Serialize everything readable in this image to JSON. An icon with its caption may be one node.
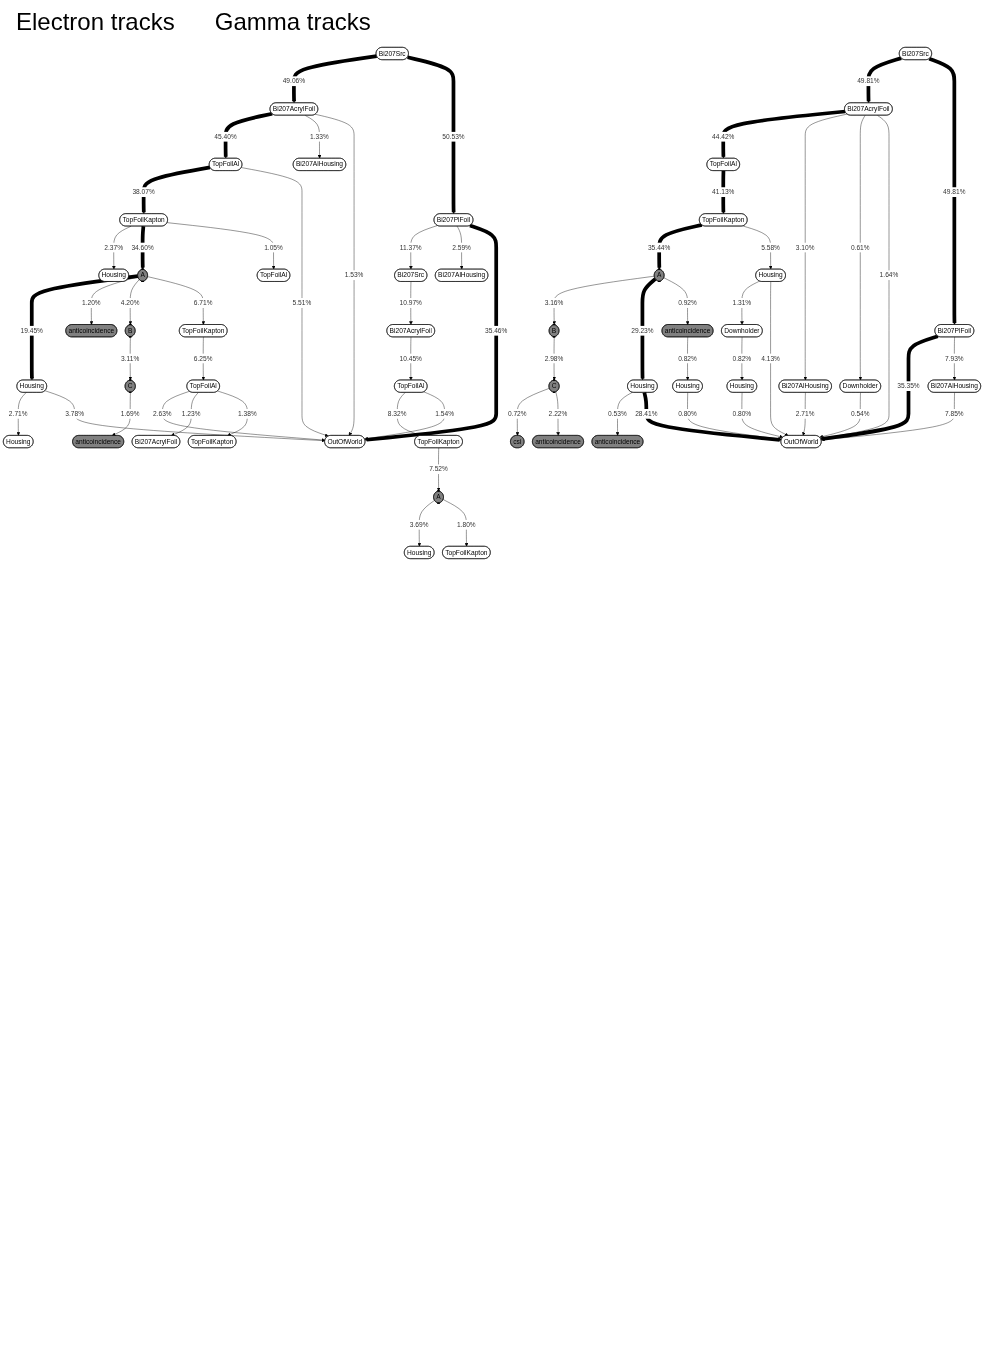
{
  "diagram": {
    "nodes": [
      {
        "text": [
          "Bi207Src"
        ]
      },
      {
        "text": [
          "Bi207AcrylFoil"
        ]
      },
      {
        "text": [
          "TopFoilAl"
        ]
      },
      {
        "text": [
          "Bi207AlHousing"
        ]
      },
      {
        "text": [
          "TopFoilKapton"
        ]
      },
      {
        "text": [
          "Bi207PlFoil"
        ]
      },
      {
        "text": [
          "Housing"
        ]
      },
      {
        "text": [
          "A"
        ]
      },
      {
        "text": [
          "TopFoilAl"
        ]
      },
      {
        "text": [
          "Bi207Src"
        ]
      },
      {
        "text": [
          "Bi207AlHousing"
        ]
      },
      {
        "text": [
          "Housing"
        ]
      },
      {
        "text": [
          "anticoincidence"
        ]
      },
      {
        "text": [
          "B"
        ]
      },
      {
        "text": [
          "TopFoilKapton"
        ]
      },
      {
        "text": [
          "Bi207AcrylFoil"
        ]
      },
      {
        "text": [
          "Housing"
        ]
      },
      {
        "text": [
          "C"
        ]
      },
      {
        "text": [
          "TopFoilAl"
        ]
      },
      {
        "text": [
          "TopFoilAl"
        ]
      },
      {
        "text": [
          "TopFoilKapton"
        ]
      },
      {
        "text": [
          "OutOfWorld"
        ]
      },
      {
        "text": [
          "anticoincidence"
        ]
      },
      {
        "text": [
          "Bi207AcrylFoil"
        ]
      },
      {
        "text": [
          "TopFoilKapton"
        ]
      },
      {
        "text": [
          "A"
        ]
      },
      {
        "text": [
          "Housing"
        ]
      },
      {
        "text": [
          "TopFoilKapton"
        ]
      },
      {
        "text": [
          "Bi207Src"
        ]
      },
      {
        "text": [
          "Bi207AcrylFoil"
        ]
      },
      {
        "text": [
          "TopFoilAl"
        ]
      },
      {
        "text": [
          "Bi207AlHousing"
        ]
      },
      {
        "text": [
          "TopFoilKapton"
        ]
      },
      {
        "text": [
          "Downholder"
        ]
      },
      {
        "text": [
          "A"
        ]
      },
      {
        "text": [
          "Housing"
        ]
      },
      {
        "text": [
          "B"
        ]
      },
      {
        "text": [
          "Housing"
        ]
      },
      {
        "text": [
          "anticoincidence"
        ]
      },
      {
        "text": [
          "Downholder"
        ]
      },
      {
        "text": [
          "Bi207PlFoil"
        ]
      },
      {
        "text": [
          "Bi207AlHousing"
        ]
      },
      {
        "text": [
          "C"
        ]
      },
      {
        "text": [
          "anticoincidence"
        ]
      },
      {
        "text": [
          "Housing"
        ]
      },
      {
        "text": [
          "Housing"
        ]
      },
      {
        "text": [
          "csi"
        ]
      },
      {
        "text": [
          "anticoincidence"
        ]
      },
      {
        "text": [
          "OutOfWorld"
        ]
      }
    ],
    "edges": [
      {
        "from": 0,
        "to": 1,
        "arrow": "to",
        "label": "49.06%",
        "style": "thick"
      },
      {
        "from": 0,
        "to": 5,
        "arrow": "to",
        "label": "50.53%",
        "style": "thick"
      },
      {
        "from": 1,
        "to": 2,
        "arrow": "to",
        "label": "45.40%",
        "style": "thick"
      },
      {
        "from": 1,
        "to": 3,
        "arrow": "to",
        "label": "1.33%"
      },
      {
        "from": 1,
        "to": 21,
        "arrow": "to",
        "label": "1.53%"
      },
      {
        "from": 2,
        "to": 4,
        "arrow": "to",
        "label": "38.07%",
        "style": "thick"
      },
      {
        "from": 2,
        "to": 21,
        "arrow": "to",
        "label": "5.51%"
      },
      {
        "from": 4,
        "to": 6,
        "arrow": "to",
        "label": "2.37%"
      },
      {
        "from": 4,
        "to": 7,
        "arrow": "to",
        "label": "34.60%",
        "style": "thick"
      },
      {
        "from": 4,
        "to": 8,
        "arrow": "to",
        "label": "1.05%"
      },
      {
        "from": 5,
        "to": 9,
        "arrow": "to",
        "label": "11.37%"
      },
      {
        "from": 5,
        "to": 10,
        "arrow": "to",
        "label": "2.59%"
      },
      {
        "from": 5,
        "to": 21,
        "arrow": "to",
        "label": "35.46%",
        "style": "thick"
      },
      {
        "from": 9,
        "to": 15,
        "arrow": "to",
        "label": "10.97%"
      },
      {
        "from": 15,
        "to": 19,
        "arrow": "to",
        "label": "10.45%"
      },
      {
        "from": 19,
        "to": 20,
        "arrow": "to",
        "label": "8.32%"
      },
      {
        "from": 19,
        "to": 21,
        "arrow": "to",
        "label": "1.54%"
      },
      {
        "from": 20,
        "to": 25,
        "arrow": "to",
        "label": "7.52%"
      },
      {
        "from": 25,
        "to": 26,
        "arrow": "to",
        "label": "3.69%"
      },
      {
        "from": 25,
        "to": 27,
        "arrow": "to",
        "label": "1.80%"
      },
      {
        "from": 7,
        "to": 11,
        "arrow": "to",
        "label": "19.45%",
        "style": "thick"
      },
      {
        "from": 7,
        "to": 12,
        "arrow": "to",
        "label": "1.20%"
      },
      {
        "from": 7,
        "to": 13,
        "arrow": "to",
        "label": "4.20%"
      },
      {
        "from": 7,
        "to": 14,
        "arrow": "to",
        "label": "6.71%"
      },
      {
        "from": 11,
        "to": 16,
        "arrow": "to",
        "label": "2.71%"
      },
      {
        "from": 11,
        "to": 21,
        "arrow": "to",
        "label": "3.78%"
      },
      {
        "from": 13,
        "to": 17,
        "arrow": "to",
        "label": "3.11%"
      },
      {
        "from": 17,
        "to": 22,
        "arrow": "to",
        "label": "1.69%"
      },
      {
        "from": 14,
        "to": 18,
        "arrow": "to",
        "label": "6.25%"
      },
      {
        "from": 18,
        "to": 21,
        "arrow": "to",
        "label": "2.63%"
      },
      {
        "from": 18,
        "to": 23,
        "arrow": "to",
        "label": "1.23%"
      },
      {
        "from": 18,
        "to": 24,
        "arrow": "to",
        "label": "1.38%"
      },
      {
        "from": 28,
        "to": 29,
        "arrow": "to",
        "label": "49.81%",
        "style": "thick"
      },
      {
        "from": 28,
        "to": 40,
        "arrow": "to",
        "label": "49.81%",
        "style": "thick"
      },
      {
        "from": 29,
        "to": 30,
        "arrow": "to",
        "label": "44.42%",
        "style": "thick"
      },
      {
        "from": 29,
        "to": 31,
        "arrow": "to",
        "label": "3.10%"
      },
      {
        "from": 29,
        "to": 33,
        "arrow": "to",
        "label": "0.61%"
      },
      {
        "from": 29,
        "to": 48,
        "arrow": "to",
        "label": "1.64%"
      },
      {
        "from": 30,
        "to": 32,
        "arrow": "to",
        "label": "41.13%",
        "style": "thick"
      },
      {
        "from": 32,
        "to": 34,
        "arrow": "to",
        "label": "35.44%",
        "style": "thick"
      },
      {
        "from": 32,
        "to": 35,
        "arrow": "to",
        "label": "5.58%"
      },
      {
        "from": 31,
        "to": 48,
        "arrow": "to",
        "label": "2.71%"
      },
      {
        "from": 33,
        "to": 48,
        "arrow": "to",
        "label": "0.54%"
      },
      {
        "from": 34,
        "to": 36,
        "arrow": "to",
        "label": "3.16%"
      },
      {
        "from": 34,
        "to": 37,
        "arrow": "to",
        "label": "29.23%",
        "style": "thick"
      },
      {
        "from": 34,
        "to": 38,
        "arrow": "to",
        "label": "0.92%"
      },
      {
        "from": 35,
        "to": 39,
        "arrow": "to",
        "label": "1.31%"
      },
      {
        "from": 35,
        "to": 48,
        "arrow": "to",
        "label": "4.13%"
      },
      {
        "from": 36,
        "to": 42,
        "arrow": "to",
        "label": "2.98%"
      },
      {
        "from": 37,
        "to": 43,
        "arrow": "to",
        "label": "0.53%"
      },
      {
        "from": 37,
        "to": 48,
        "arrow": "to",
        "label": "28.41%",
        "style": "thick"
      },
      {
        "from": 38,
        "to": 44,
        "arrow": "to",
        "label": "0.82%"
      },
      {
        "from": 39,
        "to": 45,
        "arrow": "to",
        "label": "0.82%"
      },
      {
        "from": 44,
        "to": 48,
        "arrow": "to",
        "label": "0.80%"
      },
      {
        "from": 45,
        "to": 48,
        "arrow": "to",
        "label": "0.80%"
      },
      {
        "from": 40,
        "to": 48,
        "arrow": "to",
        "label": "35.35%",
        "style": "thick"
      },
      {
        "from": 40,
        "to": 41,
        "arrow": "to",
        "label": "7.93%"
      },
      {
        "from": 41,
        "to": 48,
        "arrow": "to",
        "label": "7.85%"
      },
      {
        "from": 42,
        "to": 46,
        "arrow": "to",
        "label": "0.72%"
      },
      {
        "from": 42,
        "to": 47,
        "arrow": "to",
        "label": "2.22%"
      }
    ],
    "labels": [
      "Electron tracks",
      "Gamma tracks"
    ]
  }
}
